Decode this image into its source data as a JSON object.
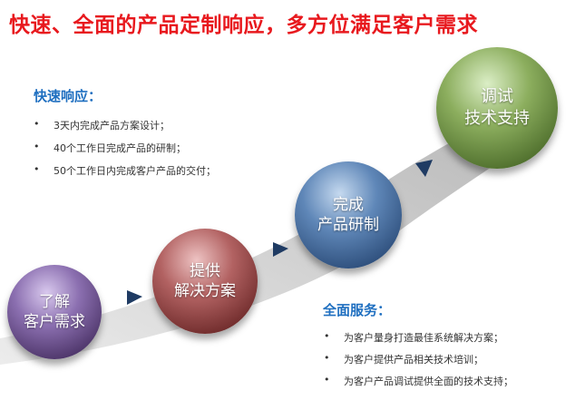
{
  "title": "快速、全面的产品定制响应，多方位满足客户需求",
  "fast_response": {
    "heading": "快速响应：",
    "bullet": "•",
    "items": [
      "3天内完成产品方案设计；",
      "40个工作日完成产品的研制；",
      "50个工作日内完成客户产品的交付；"
    ]
  },
  "full_service": {
    "heading": "全面服务：",
    "bullet": "•",
    "items": [
      "为客户量身打造最佳系统解决方案；",
      "为客户提供产品相关技术培训；",
      "为客户产品调试提供全面的技术支持；"
    ]
  },
  "steps": [
    {
      "line1": "了解",
      "line2": "客户需求",
      "color": "#8b6fb0"
    },
    {
      "line1": "提供",
      "line2": "解决方案",
      "color": "#b26262"
    },
    {
      "line1": "完成",
      "line2": "产品研制",
      "color": "#5f87b8"
    },
    {
      "line1": "调试",
      "line2": "技术支持",
      "color": "#8cae5e"
    }
  ],
  "arrow_color": "#1f3b63",
  "title_color": "#e8191e",
  "heading_color": "#1f6fc0"
}
